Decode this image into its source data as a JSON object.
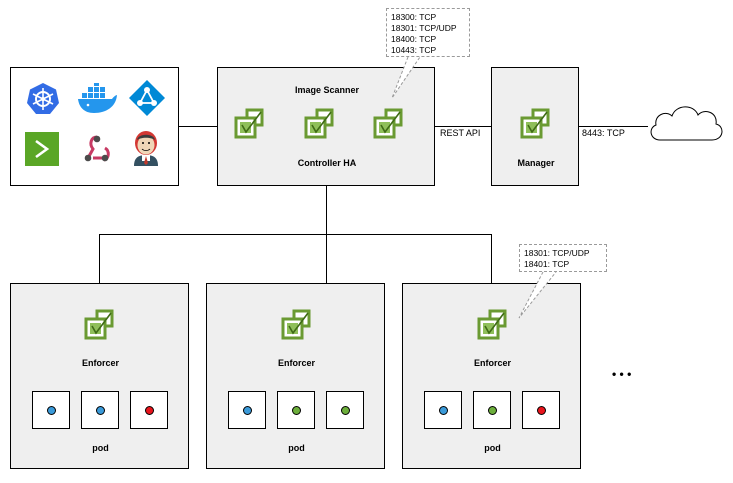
{
  "callouts": {
    "scanner_ports": [
      "18300: TCP",
      "18301: TCP/UDP",
      "18400: TCP",
      "10443: TCP"
    ],
    "enforcer_ports": [
      "18301: TCP/UDP",
      "18401: TCP"
    ]
  },
  "controller": {
    "title": "Image Scanner",
    "label": "Controller HA"
  },
  "manager": {
    "label": "Manager"
  },
  "links": {
    "rest_api": "REST API",
    "cloud_port": "8443: TCP"
  },
  "nodes": [
    {
      "enforcer": "Enforcer",
      "pod": "pod",
      "pod_dots": [
        "#3a9ad9",
        "#3a9ad9",
        "#e8141c"
      ]
    },
    {
      "enforcer": "Enforcer",
      "pod": "pod",
      "pod_dots": [
        "#3a9ad9",
        "#6cae3b",
        "#6cae3b"
      ]
    },
    {
      "enforcer": "Enforcer",
      "pod": "pod",
      "pod_dots": [
        "#3a9ad9",
        "#6cae3b",
        "#e8141c"
      ]
    }
  ],
  "more_indicator": "• • •",
  "platform_icons": [
    "kubernetes-icon",
    "docker-icon",
    "azure-aks-icon",
    "terminal-icon",
    "webhook-icon",
    "jenkins-icon"
  ],
  "colors": {
    "box_fill": "#efefef",
    "neuvector_green": "#6a9a32",
    "kubernetes_blue": "#326ce5",
    "docker_blue": "#2496ed",
    "azure_blue": "#0089d6"
  }
}
